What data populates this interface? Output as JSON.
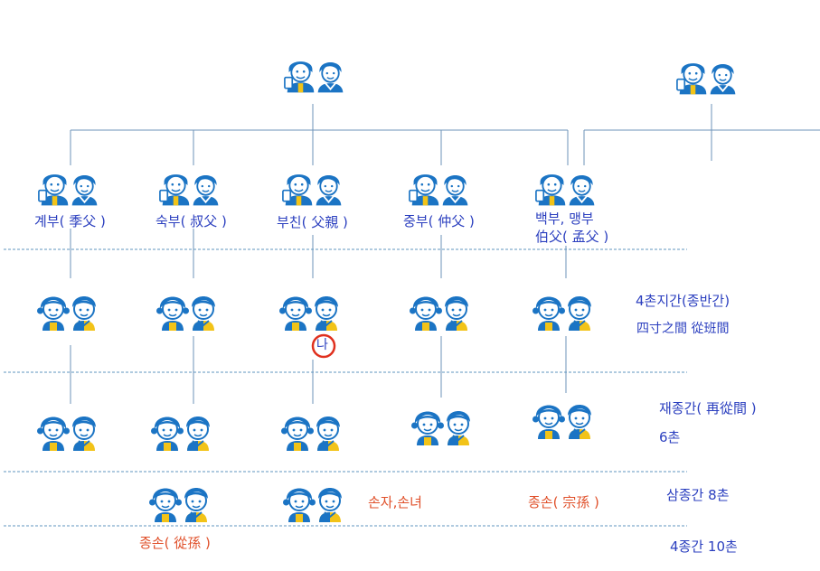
{
  "colors": {
    "line": "#6d93b8",
    "dash": "#5f95bf",
    "figure": "#1b74c4",
    "skin": "#ffffff",
    "shirt_accent": "#f2c318",
    "label_blue": "#2b3fbf",
    "label_red": "#e0502a",
    "self_circle": "#e0301e"
  },
  "icons": [
    "grandparents-couple-icon",
    "parents-couple-icon",
    "children-pair-icon"
  ],
  "labels": {
    "gyebu": "계부( 季父 )",
    "sukbu": "숙부( 叔父 )",
    "buchin": "부친( 父親 )",
    "jungbu": "중부( 仲父 )",
    "baekbu_line1": "백부, 맹부",
    "baekbu_line2": "伯父( 孟父 )",
    "self": "나",
    "sonja": "손자,손녀",
    "jongson_main": "종손( 宗孫 )",
    "jongson_side": "종손( 從孫 )"
  },
  "generation_labels": {
    "gen4_line1": "4촌지간(종반간)",
    "gen4_line2": "四寸之間  從班間",
    "gen6_line1": "재종간( 再從間 )",
    "gen6_line2": "6촌",
    "gen8": "삼종간  8촌",
    "gen10": "4종간  10촌"
  }
}
